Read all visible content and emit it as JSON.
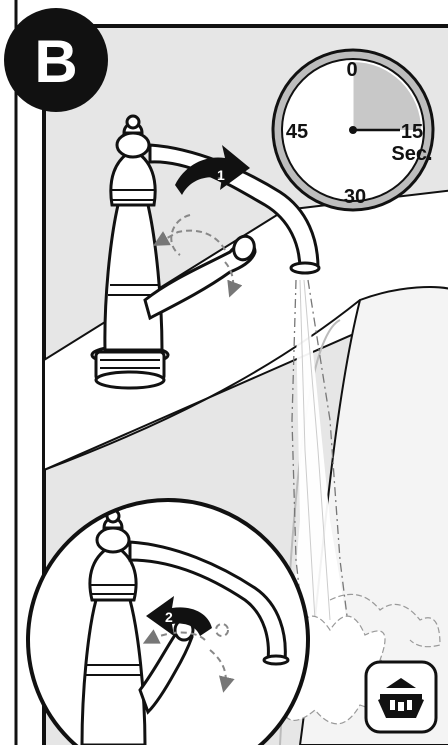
{
  "step": {
    "letter": "B"
  },
  "timer": {
    "labels": {
      "top": "0",
      "right": "15",
      "bottom": "30",
      "left": "45"
    },
    "unit": "Sec.",
    "elapsed_seconds": 15
  },
  "callouts": {
    "step1": "1",
    "step2": "2"
  },
  "icon": {
    "name": "water-filter-spray-icon"
  },
  "colors": {
    "background": "#e6e6e6",
    "line": "#111111",
    "arrow": "#111111",
    "water_dash": "#888888"
  }
}
